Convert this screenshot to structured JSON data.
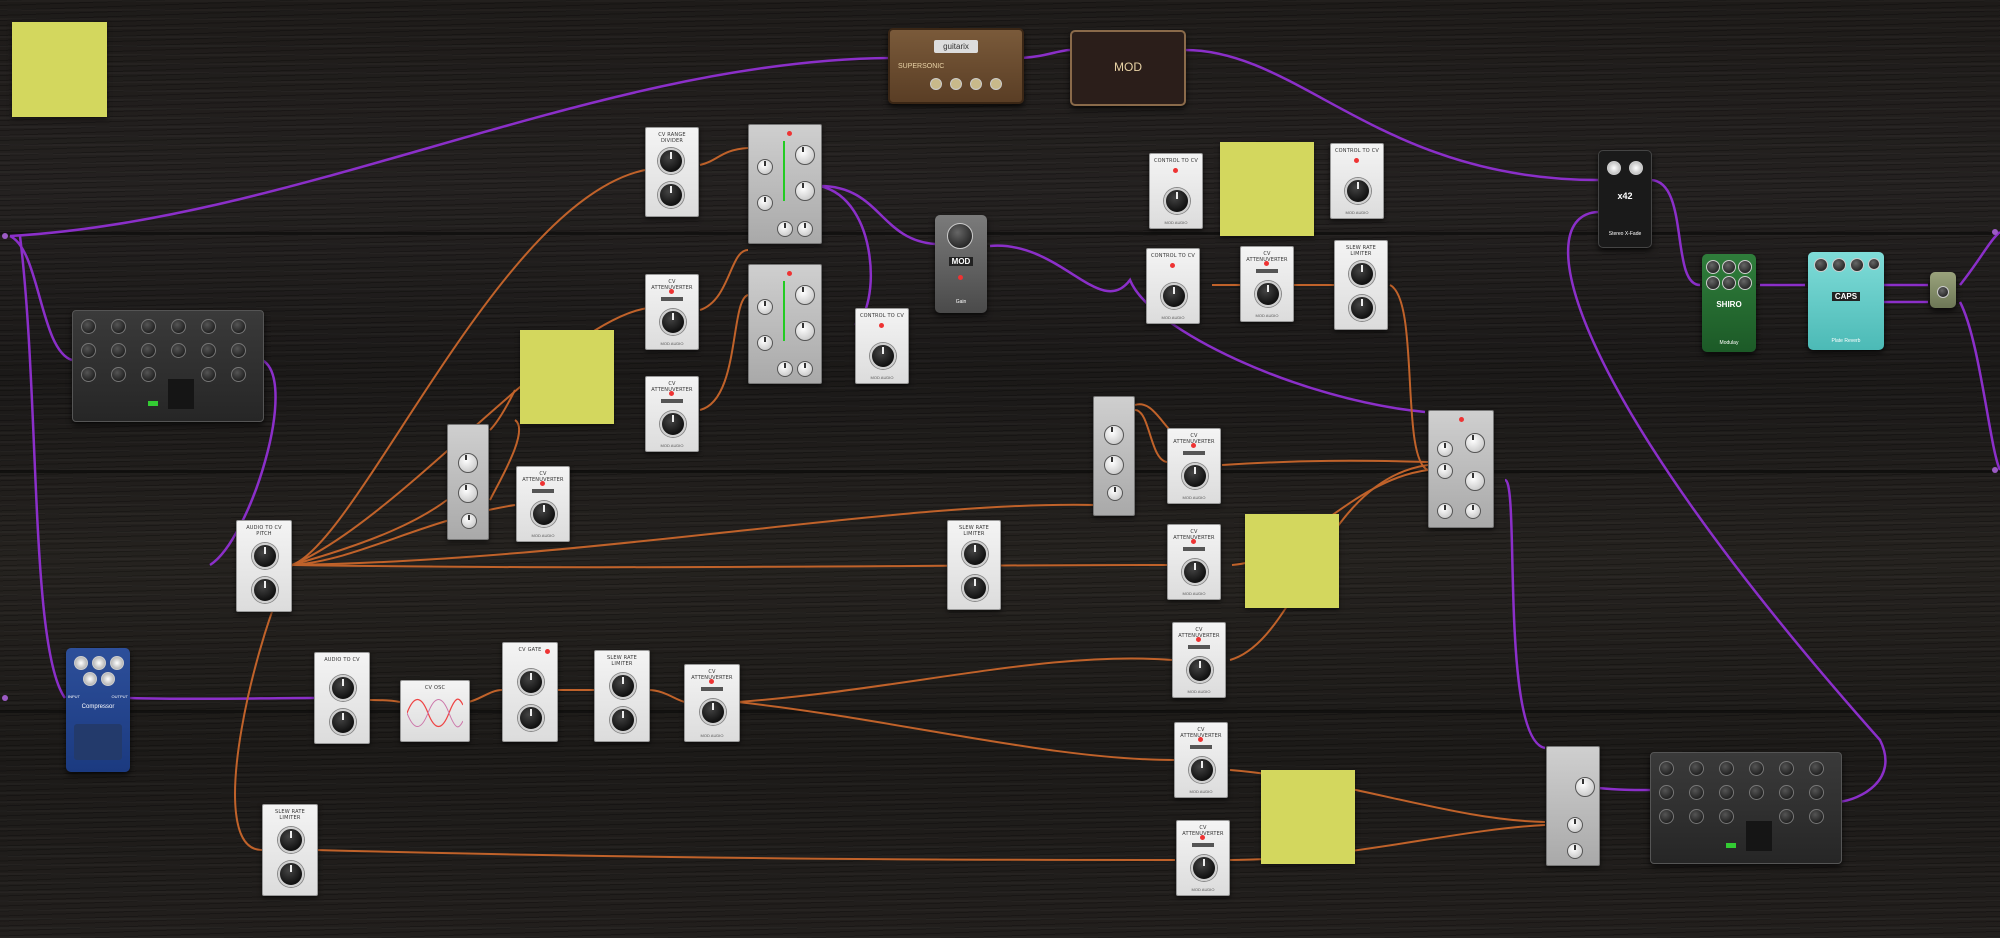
{
  "canvas": {
    "background": "#221f1d",
    "cable_audio_color": "#8b2fc9",
    "cable_cv_color": "#c0622a",
    "note_color": "#d3d75e"
  },
  "amp": {
    "brand": "guitarix",
    "model": "SUPERSONIC"
  },
  "cabinet": {
    "brand": "MOD"
  },
  "pedals": {
    "stereo_xfade": {
      "title": "x42",
      "name": "Stereo X-Fade"
    },
    "shiro_modulay": {
      "brand": "SHIRO",
      "name": "Modulay"
    },
    "caps_plate": {
      "brand": "CAPS",
      "name": "Plate Reverb"
    },
    "mod_gain": {
      "brand": "MOD",
      "name": "Gain"
    },
    "compressor": {
      "name": "Compressor",
      "input": "INPUT",
      "output": "OUTPUT"
    }
  },
  "modules": {
    "cv_range_divider": "CV RANGE DIVIDER",
    "cv_attenuverter": "CV ATTENUVERTER",
    "control_to_cv": "CONTROL TO CV",
    "slew_rate_limiter": "SLEW RATE LIMITER",
    "audio_to_cv_pitch": "AUDIO TO CV PITCH",
    "audio_to_cv": "AUDIO TO CV",
    "cv_osc": "CV OSC",
    "cv_gate": "CV GATE",
    "footer": "MOD AUDIO"
  }
}
